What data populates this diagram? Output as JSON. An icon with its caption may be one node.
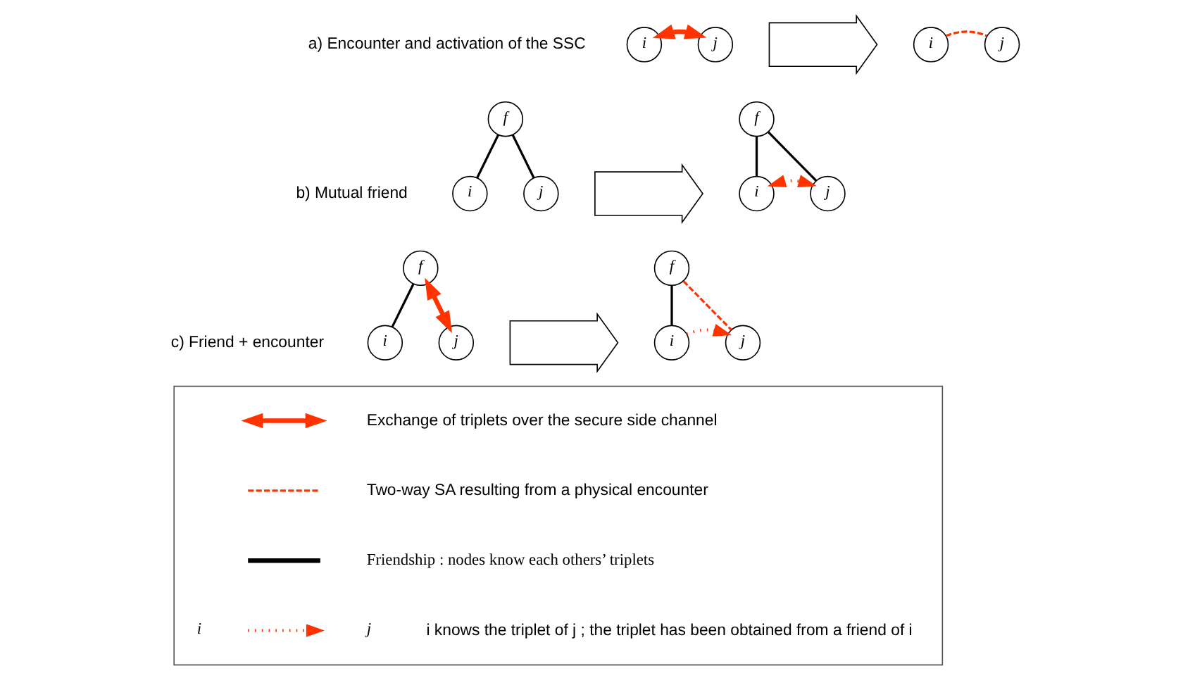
{
  "diagram": {
    "nodes": [
      {
        "text": [
          "i"
        ]
      },
      {
        "text": [
          "j"
        ]
      },
      {
        "text": [],
        "shape": "arrow"
      },
      {
        "text": [
          "i"
        ]
      },
      {
        "text": [
          "j"
        ]
      },
      {
        "text": [
          "f"
        ]
      },
      {
        "text": [
          "i"
        ]
      },
      {
        "text": [
          "j"
        ]
      },
      {
        "text": [],
        "shape": "arrow"
      },
      {
        "text": [
          "f"
        ]
      },
      {
        "text": [
          "i"
        ]
      },
      {
        "text": [
          "j"
        ]
      },
      {
        "text": [
          "f"
        ]
      },
      {
        "text": [
          "i"
        ]
      },
      {
        "text": [
          "j"
        ]
      },
      {
        "text": [],
        "shape": "arrow"
      },
      {
        "text": [
          "f"
        ]
      },
      {
        "text": [
          "i"
        ]
      },
      {
        "text": [
          "j"
        ]
      },
      {
        "text": [],
        "shape": "box"
      }
    ],
    "edges": [
      {
        "from": 0,
        "to": 1,
        "arrow": "both",
        "style": "thick",
        "color": "#ff3300"
      },
      {
        "from": 3,
        "to": 4,
        "arrow": "none",
        "style": "dashed",
        "color": "#ff3300"
      },
      {
        "from": 5,
        "to": 6,
        "arrow": "none",
        "color": "#000000"
      },
      {
        "from": 5,
        "to": 7,
        "arrow": "none",
        "color": "#000000"
      },
      {
        "from": 9,
        "to": 10,
        "arrow": "none",
        "color": "#000000"
      },
      {
        "from": 9,
        "to": 11,
        "arrow": "none",
        "color": "#000000"
      },
      {
        "from": 10,
        "to": 11,
        "arrow": "both",
        "style": "dashed",
        "color": "#ff3300"
      },
      {
        "from": 12,
        "to": 13,
        "arrow": "none",
        "color": "#000000"
      },
      {
        "from": 12,
        "to": 14,
        "arrow": "both",
        "style": "thick",
        "color": "#ff3300"
      },
      {
        "from": 16,
        "to": 17,
        "arrow": "none",
        "color": "#000000"
      },
      {
        "from": 16,
        "to": 18,
        "arrow": "none",
        "style": "dashed",
        "color": "#ff3300"
      },
      {
        "from": 17,
        "to": 18,
        "arrow": "to",
        "style": "dashed",
        "color": "#ff3300"
      }
    ],
    "labels": [
      "a) Encounter and activation of the SSC",
      "b) Mutual friend",
      "c) Friend + encounter",
      "i",
      "j"
    ],
    "legend": [
      {
        "text": "Exchange of triplets over the secure side channel"
      },
      {
        "text": "Two-way SA resulting from a physical encounter"
      },
      {
        "text": "Friendship : nodes know each others’ triplets"
      },
      {
        "text": "i knows the triplet of j ; the triplet has been obtained from a friend of i"
      }
    ]
  }
}
